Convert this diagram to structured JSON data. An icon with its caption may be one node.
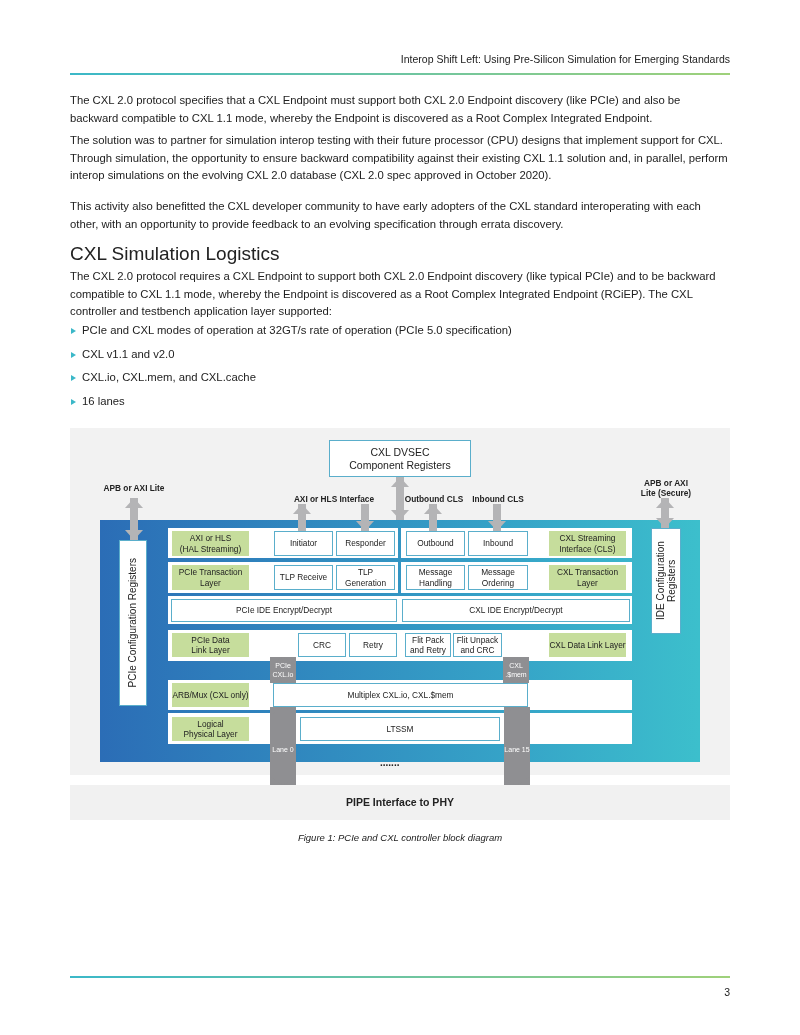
{
  "diagram": {
    "caption": "Figure 1: PCIe and CXL controller block diagram",
    "nodes": [
      {
        "text": [
          "CXL DVSEC Component Registers"
        ]
      },
      {
        "text": [
          "APB or AXI Lite"
        ]
      },
      {
        "text": [
          "AXI or HLS Interface"
        ]
      },
      {
        "text": [
          "Outbound CLS"
        ]
      },
      {
        "text": [
          "Inbound CLS"
        ]
      },
      {
        "text": [
          "APB or AXI Lite (Secure)"
        ]
      },
      {
        "text": [],
        "shape": "box"
      },
      {
        "text": [
          "PCIe Configuration Registers"
        ],
        "in": 6
      },
      {
        "text": [
          "IDE Configuration Registers"
        ],
        "in": 6
      },
      {
        "text": [
          "AXI or HLS (HAL Streaming)"
        ],
        "in": 6
      },
      {
        "text": [
          "Initiator"
        ],
        "in": 6
      },
      {
        "text": [
          "Responder"
        ],
        "in": 6
      },
      {
        "text": [
          "Outbound"
        ],
        "in": 6
      },
      {
        "text": [
          "Inbound"
        ],
        "in": 6
      },
      {
        "text": [
          "CXL Streaming Interface (CLS)"
        ],
        "in": 6
      },
      {
        "text": [
          "PCIe Transaction Layer"
        ],
        "in": 6
      },
      {
        "text": [
          "TLP Receive"
        ],
        "in": 6
      },
      {
        "text": [
          "TLP Generation"
        ],
        "in": 6
      },
      {
        "text": [
          "Message Handling"
        ],
        "in": 6
      },
      {
        "text": [
          "Message Ordering"
        ],
        "in": 6
      },
      {
        "text": [
          "CXL Transaction Layer"
        ],
        "in": 6
      },
      {
        "text": [
          "PCIe IDE Encrypt/Decrypt"
        ],
        "in": 6
      },
      {
        "text": [
          "CXL IDE Encrypt/Decrypt"
        ],
        "in": 6
      },
      {
        "text": [
          "PCIe Data Link Layer"
        ],
        "in": 6
      },
      {
        "text": [
          "CRC"
        ],
        "in": 6
      },
      {
        "text": [
          "Retry"
        ],
        "in": 6
      },
      {
        "text": [
          "Flit Pack and Retry"
        ],
        "in": 6
      },
      {
        "text": [
          "Flit Unpack and CRC"
        ],
        "in": 6
      },
      {
        "text": [
          "CXL Data Link Layer"
        ],
        "in": 6
      },
      {
        "text": [
          "ARB/Mux (CXL only)"
        ],
        "in": 6
      },
      {
        "text": [
          "Multiplex CXL.io, CXL.$mem"
        ],
        "in": 6
      },
      {
        "text": [
          "Logical Physical Layer"
        ],
        "in": 6
      },
      {
        "text": [
          "LTSSM"
        ],
        "in": 6
      },
      {
        "text": [
          "PIPE Interface to PHY"
        ]
      }
    ],
    "edges": [
      {
        "from": 1,
        "to": 7,
        "arrow": "both"
      },
      {
        "from": 10,
        "to": 2,
        "arrow": "to"
      },
      {
        "from": 2,
        "to": 11,
        "arrow": "to"
      },
      {
        "from": 0,
        "to": 6,
        "arrow": "both"
      },
      {
        "from": 12,
        "to": 3,
        "arrow": "to"
      },
      {
        "from": 4,
        "to": 13,
        "arrow": "to"
      },
      {
        "from": 5,
        "to": 8,
        "arrow": "both"
      },
      {
        "from": 23,
        "to": 30,
        "arrow": "both",
        "label": "PCIe CXL.io",
        "style": "thick"
      },
      {
        "from": 27,
        "to": 30,
        "arrow": "both",
        "label": "CXL .$mem",
        "style": "thick"
      },
      {
        "from": 30,
        "to": 33,
        "arrow": "both",
        "label": "Lane 0",
        "style": "thick"
      },
      {
        "from": 30,
        "to": 33,
        "arrow": "both",
        "label": "Lane 15",
        "style": "thick"
      }
    ],
    "labels": [
      "Interop Shift Left: Using Pre-Silicon Simulation for Emerging Standards",
      "The CXL 2.0 protocol specifies that a CXL Endpoint must support both CXL 2.0 Endpoint discovery (like PCIe) and also be backward compatible to CXL 1.1 mode, whereby the Endpoint is discovered as a Root Complex Integrated Endpoint.",
      "The solution was to partner for simulation interop testing with their future processor (CPU) designs that implement support for CXL. Through simulation, the opportunity to ensure backward compatibility against their existing CXL 1.1 solution and, in parallel, perform interop simulations on the evolving CXL 2.0 database (CXL 2.0 spec approved in October 2020).",
      "This activity also benefitted the CXL developer community to have early adopters of the CXL standard interoperating with each other, with an opportunity to provide feedback to an evolving specification through errata discovery.",
      "CXL Simulation Logistics",
      "The CXL 2.0 protocol requires a CXL Endpoint to support both CXL 2.0 Endpoint discovery (like typical PCIe) and to be backward compatible to CXL 1.1 mode, whereby the Endpoint is discovered as a Root Complex Integrated Endpoint (RCiEP). The CXL controller and testbench application layer supported:",
      "PCIe and CXL modes of operation at 32GT/s rate of operation (PCIe 5.0 specification)",
      "CXL v1.1 and v2.0",
      "CXL.io, CXL.mem, and CXL.cache",
      "16 lanes",
      ".......",
      "3"
    ]
  }
}
